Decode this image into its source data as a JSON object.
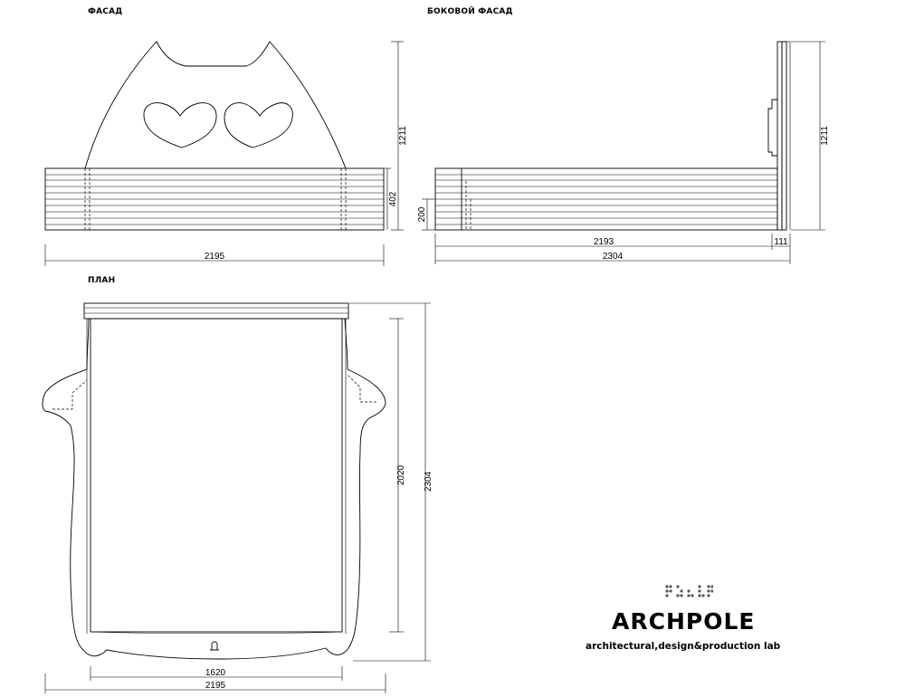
{
  "views": {
    "front": {
      "title": "ФАСАД",
      "dim_width": "2195",
      "dim_height": "1211",
      "dim_base": "402"
    },
    "side": {
      "title": "БОКОВОЙ ФАСАД",
      "dim_height": "1211",
      "dim_base": "200",
      "dim_length": "2193",
      "dim_head": "111",
      "dim_total": "2304"
    },
    "plan": {
      "title": "ПЛАН",
      "dim_inner_length": "2020",
      "dim_total_length": "2304",
      "dim_inner_width": "1620",
      "dim_total_width": "2195"
    }
  },
  "brand": {
    "name": "ARCHPOLE",
    "tagline": "architectural,design&production lab",
    "logo_icon": "braille-dots-logo"
  },
  "colors": {
    "line": "#000000",
    "background": "#ffffff"
  }
}
